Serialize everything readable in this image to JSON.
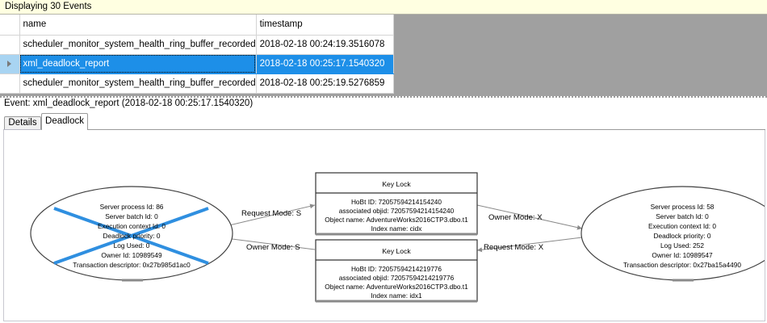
{
  "banner": {
    "text": "Displaying 30 Events"
  },
  "grid": {
    "columns": [
      "",
      "name",
      "timestamp"
    ],
    "rows": [
      {
        "selector": "",
        "name": "scheduler_monitor_system_health_ring_buffer_recorded",
        "timestamp": "2018-02-18 00:24:19.3516078",
        "selected": false
      },
      {
        "selector": "row-arrow-icon",
        "name": "xml_deadlock_report",
        "timestamp": "2018-02-18 00:25:17.1540320",
        "selected": true
      },
      {
        "selector": "",
        "name": "scheduler_monitor_system_health_ring_buffer_recorded",
        "timestamp": "2018-02-18 00:25:19.5276859",
        "selected": false
      }
    ]
  },
  "event": {
    "caption": "Event: xml_deadlock_report (2018-02-18 00:25:17.1540320)"
  },
  "tabs": [
    {
      "label": "Details",
      "active": false
    },
    {
      "label": "Deadlock",
      "active": true
    }
  ],
  "deadlock_graph": {
    "victim_color": "#2f8fe0",
    "processes": [
      {
        "id": "process-left",
        "victim": true,
        "lines": [
          "Server process Id: 86",
          "Server batch Id: 0",
          "Execution context Id: 0",
          "Deadlock priority: 0",
          "Log Used: 0",
          "Owner Id: 10989549",
          "Transaction descriptor: 0x27b985d1ac0"
        ]
      },
      {
        "id": "process-right",
        "victim": false,
        "lines": [
          "Server process Id: 58",
          "Server batch Id: 0",
          "Execution context Id: 0",
          "Deadlock priority: 0",
          "Log Used: 252",
          "Owner Id: 10989547",
          "Transaction descriptor: 0x27ba15a4490"
        ]
      }
    ],
    "resources": [
      {
        "id": "keylock-top",
        "title": "Key Lock",
        "lines": [
          "HoBt ID: 72057594214154240",
          "associated objid: 72057594214154240",
          "Object name: AdventureWorks2016CTP3.dbo.t1",
          "Index name: cidx"
        ]
      },
      {
        "id": "keylock-bottom",
        "title": "Key Lock",
        "lines": [
          "HoBt ID: 72057594214219776",
          "associated objid: 72057594214219776",
          "Object name: AdventureWorks2016CTP3.dbo.t1",
          "Index name: idx1"
        ]
      }
    ],
    "edges": [
      {
        "id": "edge-request-s",
        "label": "Request Mode: S"
      },
      {
        "id": "edge-owner-x",
        "label": "Owner Mode: X"
      },
      {
        "id": "edge-owner-s",
        "label": "Owner Mode: S"
      },
      {
        "id": "edge-request-x",
        "label": "Request Mode: X"
      }
    ]
  }
}
